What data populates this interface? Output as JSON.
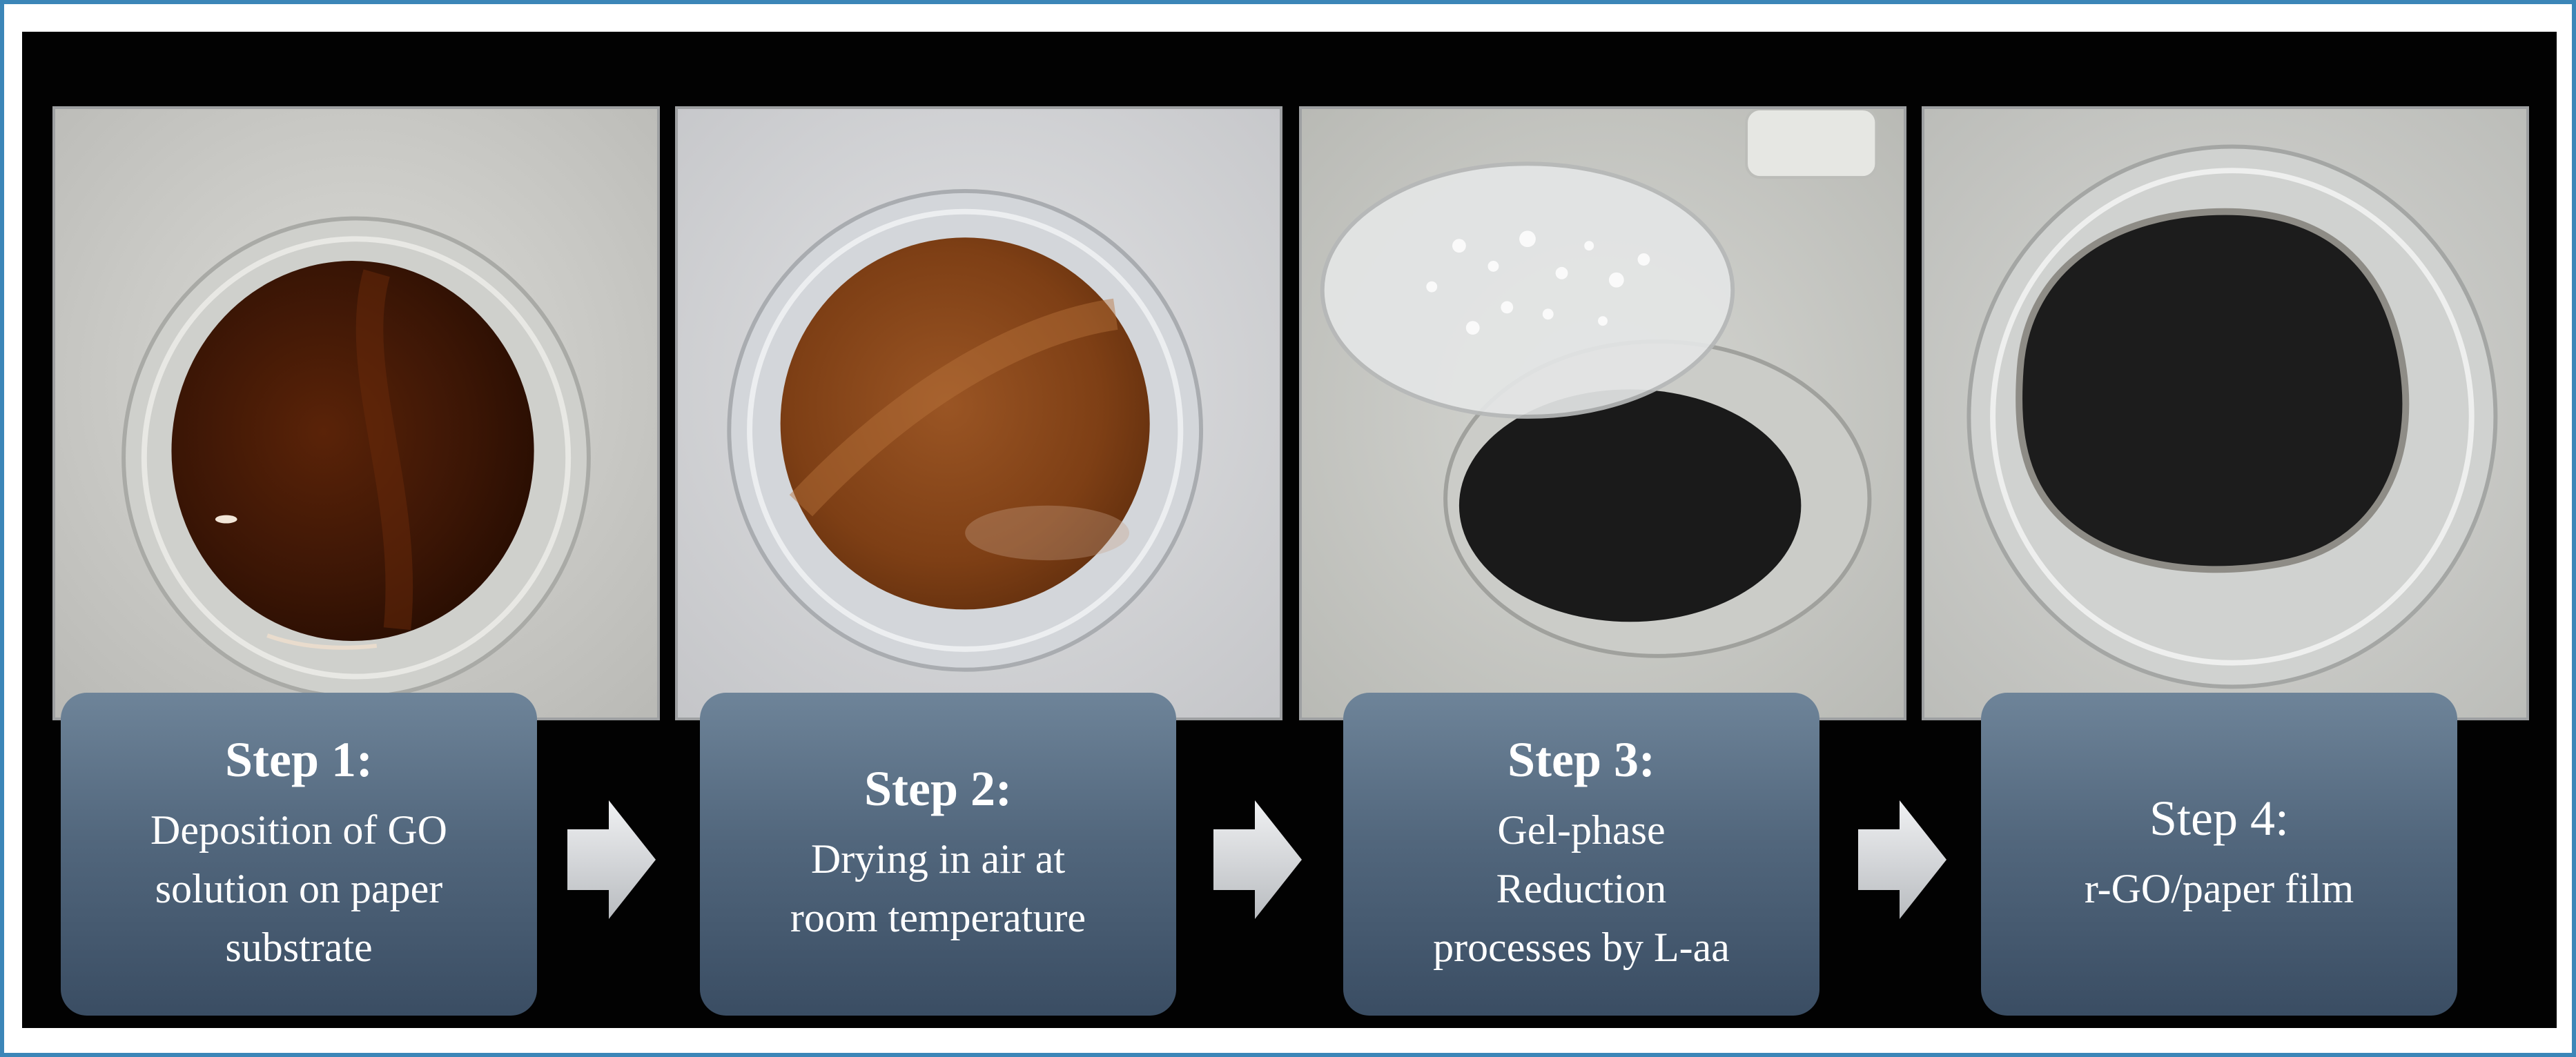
{
  "steps": [
    {
      "title": "Step 1:",
      "description_lines": [
        "Deposition of GO",
        "solution on paper",
        "substrate"
      ]
    },
    {
      "title": "Step 2:",
      "description_lines": [
        "Drying in air at",
        "room temperature"
      ]
    },
    {
      "title": "Step 3:",
      "description_lines": [
        "Gel-phase",
        "Reduction",
        "processes by L-aa"
      ]
    },
    {
      "title": "Step 4:",
      "description_lines": [
        "r-GO/paper film"
      ]
    }
  ],
  "colors": {
    "frame_border": "#3c86b8",
    "background": "#020202",
    "step_box": "#4a5f75",
    "arrow": "#d8dadd",
    "go_solution": "#3a1605",
    "dried_go": "#8a4a1c",
    "reduced_go": "#141414"
  }
}
